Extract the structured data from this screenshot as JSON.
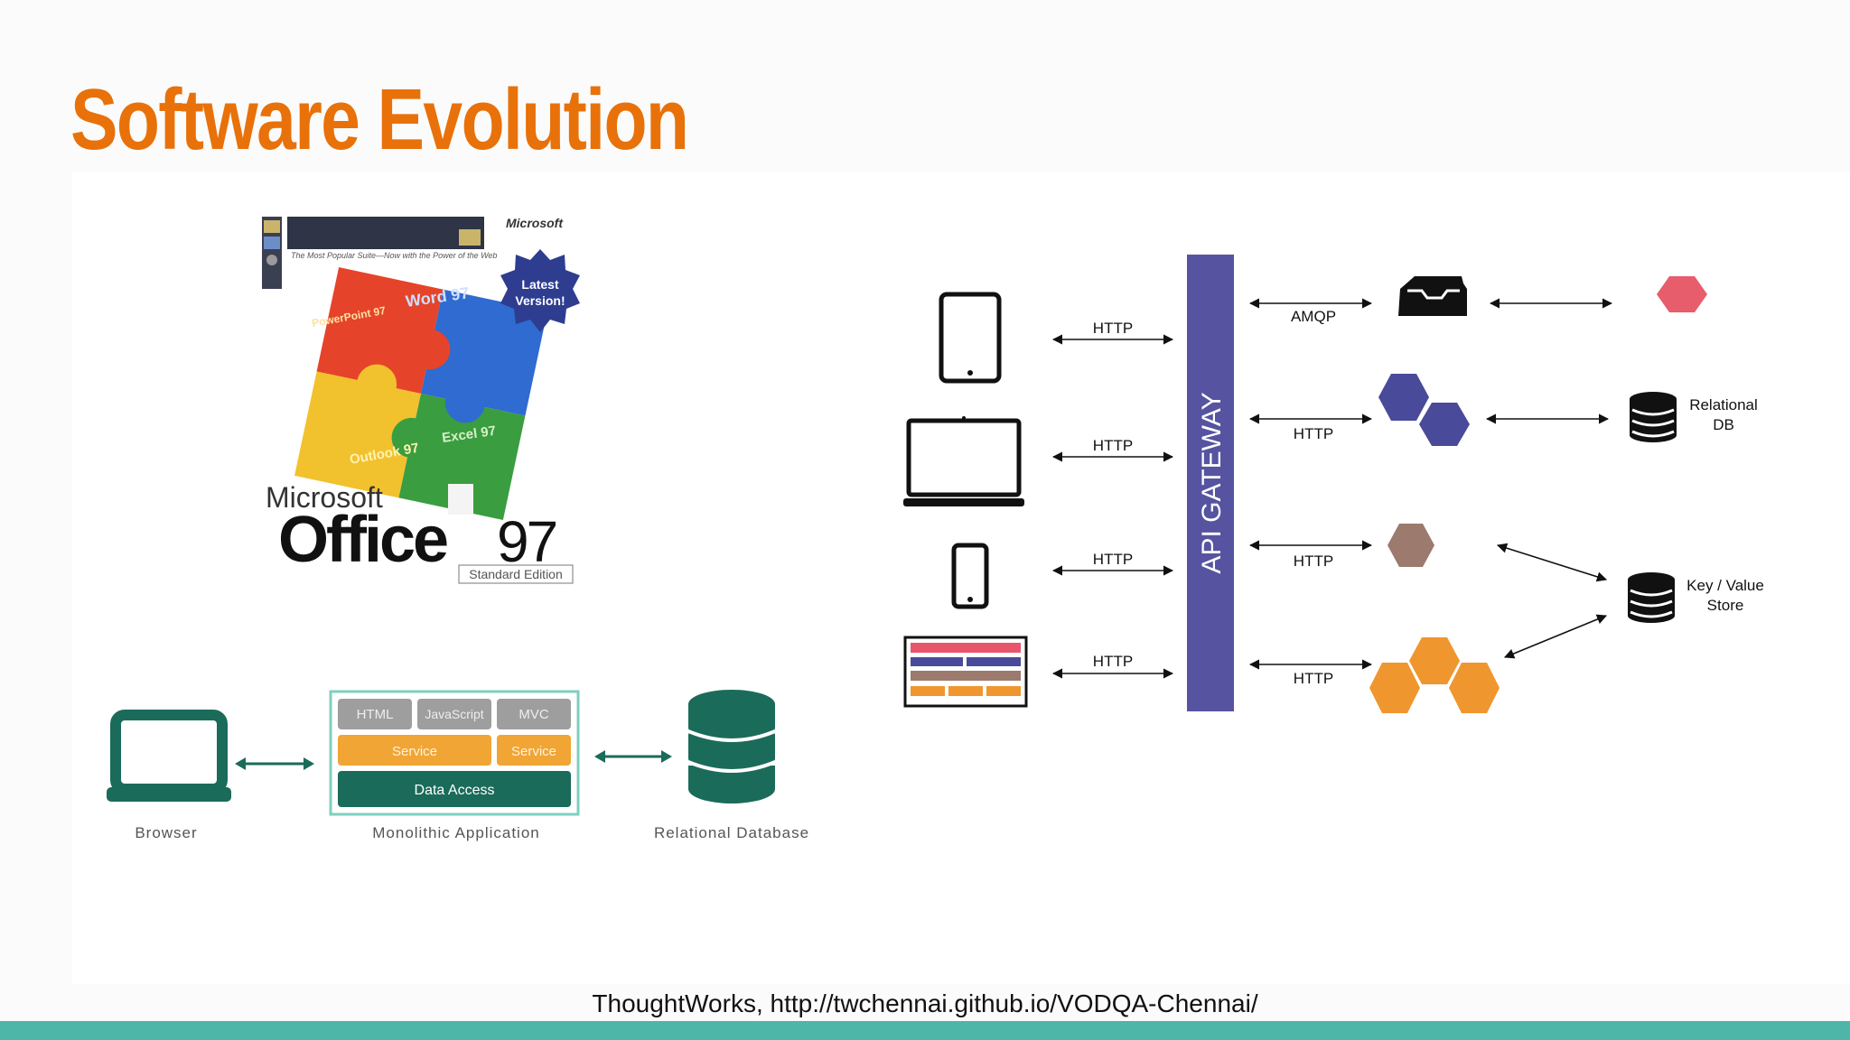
{
  "slide": {
    "title": "Software Evolution",
    "caption": "ThoughtWorks, http://twchennai.github.io/VODQA-Chennai/"
  },
  "office_box": {
    "brand": "Microsoft",
    "tagline": "The Most Popular Suite—Now with the Power of the Web",
    "badge_line1": "Latest",
    "badge_line2": "Version!",
    "app_word": "Word 97",
    "app_powerpoint": "PowerPoint 97",
    "app_excel": "Excel 97",
    "app_outlook": "Outlook 97",
    "product_brand": "Microsoft",
    "product_name": "Office",
    "product_version": "97",
    "edition": "Standard Edition"
  },
  "monolith": {
    "browser_label": "Browser",
    "app_label": "Monolithic Application",
    "db_label": "Relational Database",
    "layer_html": "HTML",
    "layer_js": "JavaScript",
    "layer_mvc": "MVC",
    "layer_service_1": "Service",
    "layer_service_2": "Service",
    "layer_data": "Data Access"
  },
  "microservices": {
    "gateway_label": "API GATEWAY",
    "client_protocol": [
      "HTTP",
      "HTTP",
      "HTTP",
      "HTTP"
    ],
    "amqp_label": "AMQP",
    "service_protocol": [
      "HTTP",
      "HTTP",
      "HTTP"
    ],
    "relational_db_line1": "Relational",
    "relational_db_line2": "DB",
    "kv_line1": "Key / Value",
    "kv_line2": "Store"
  },
  "colors": {
    "title": "#e8710a",
    "teal": "#1b6b5a",
    "gateway": "#5654a0",
    "hex_red": "#e85d6c",
    "hex_blue": "#4a4a9a",
    "hex_brown": "#9c7a6e",
    "hex_orange": "#f0962e",
    "footer_bar": "#4db6a9"
  }
}
